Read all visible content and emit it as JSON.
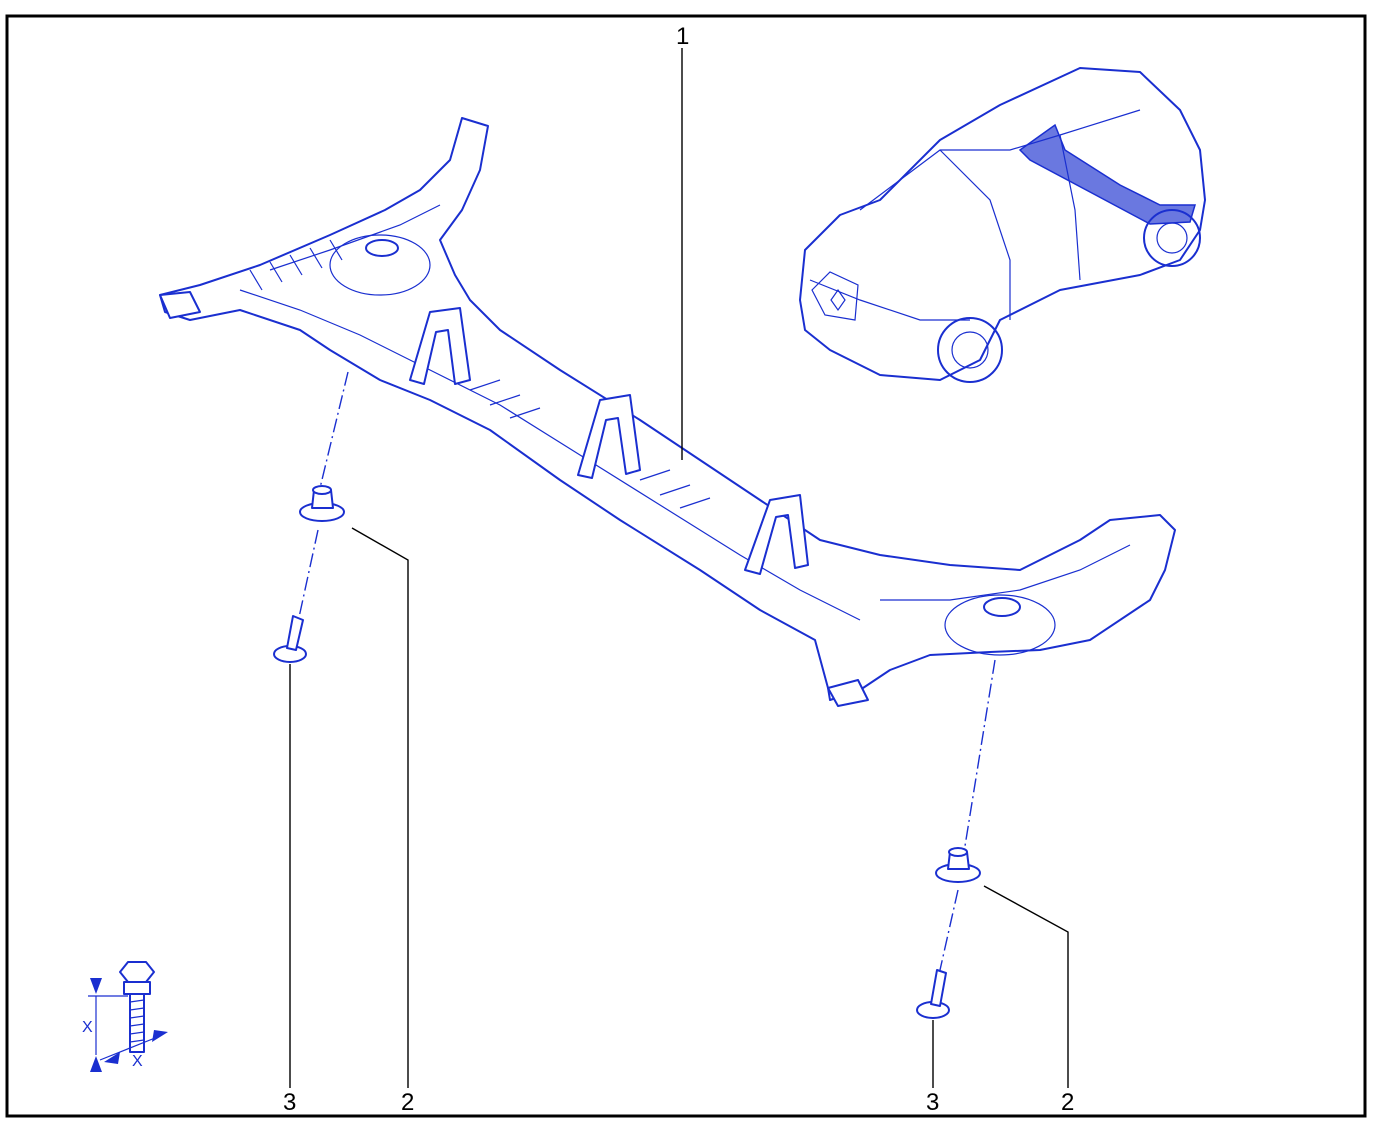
{
  "callouts": {
    "part_1": "1",
    "part_2_left": "2",
    "part_2_right": "2",
    "part_3_left": "3",
    "part_3_right": "3"
  },
  "legend": {
    "dim_x_vertical": "X",
    "dim_x_horizontal": "X",
    "icon": "bolt-torque-icon"
  },
  "colors": {
    "line_art": "#1a2fd0",
    "frame": "#000000",
    "background": "#ffffff"
  }
}
